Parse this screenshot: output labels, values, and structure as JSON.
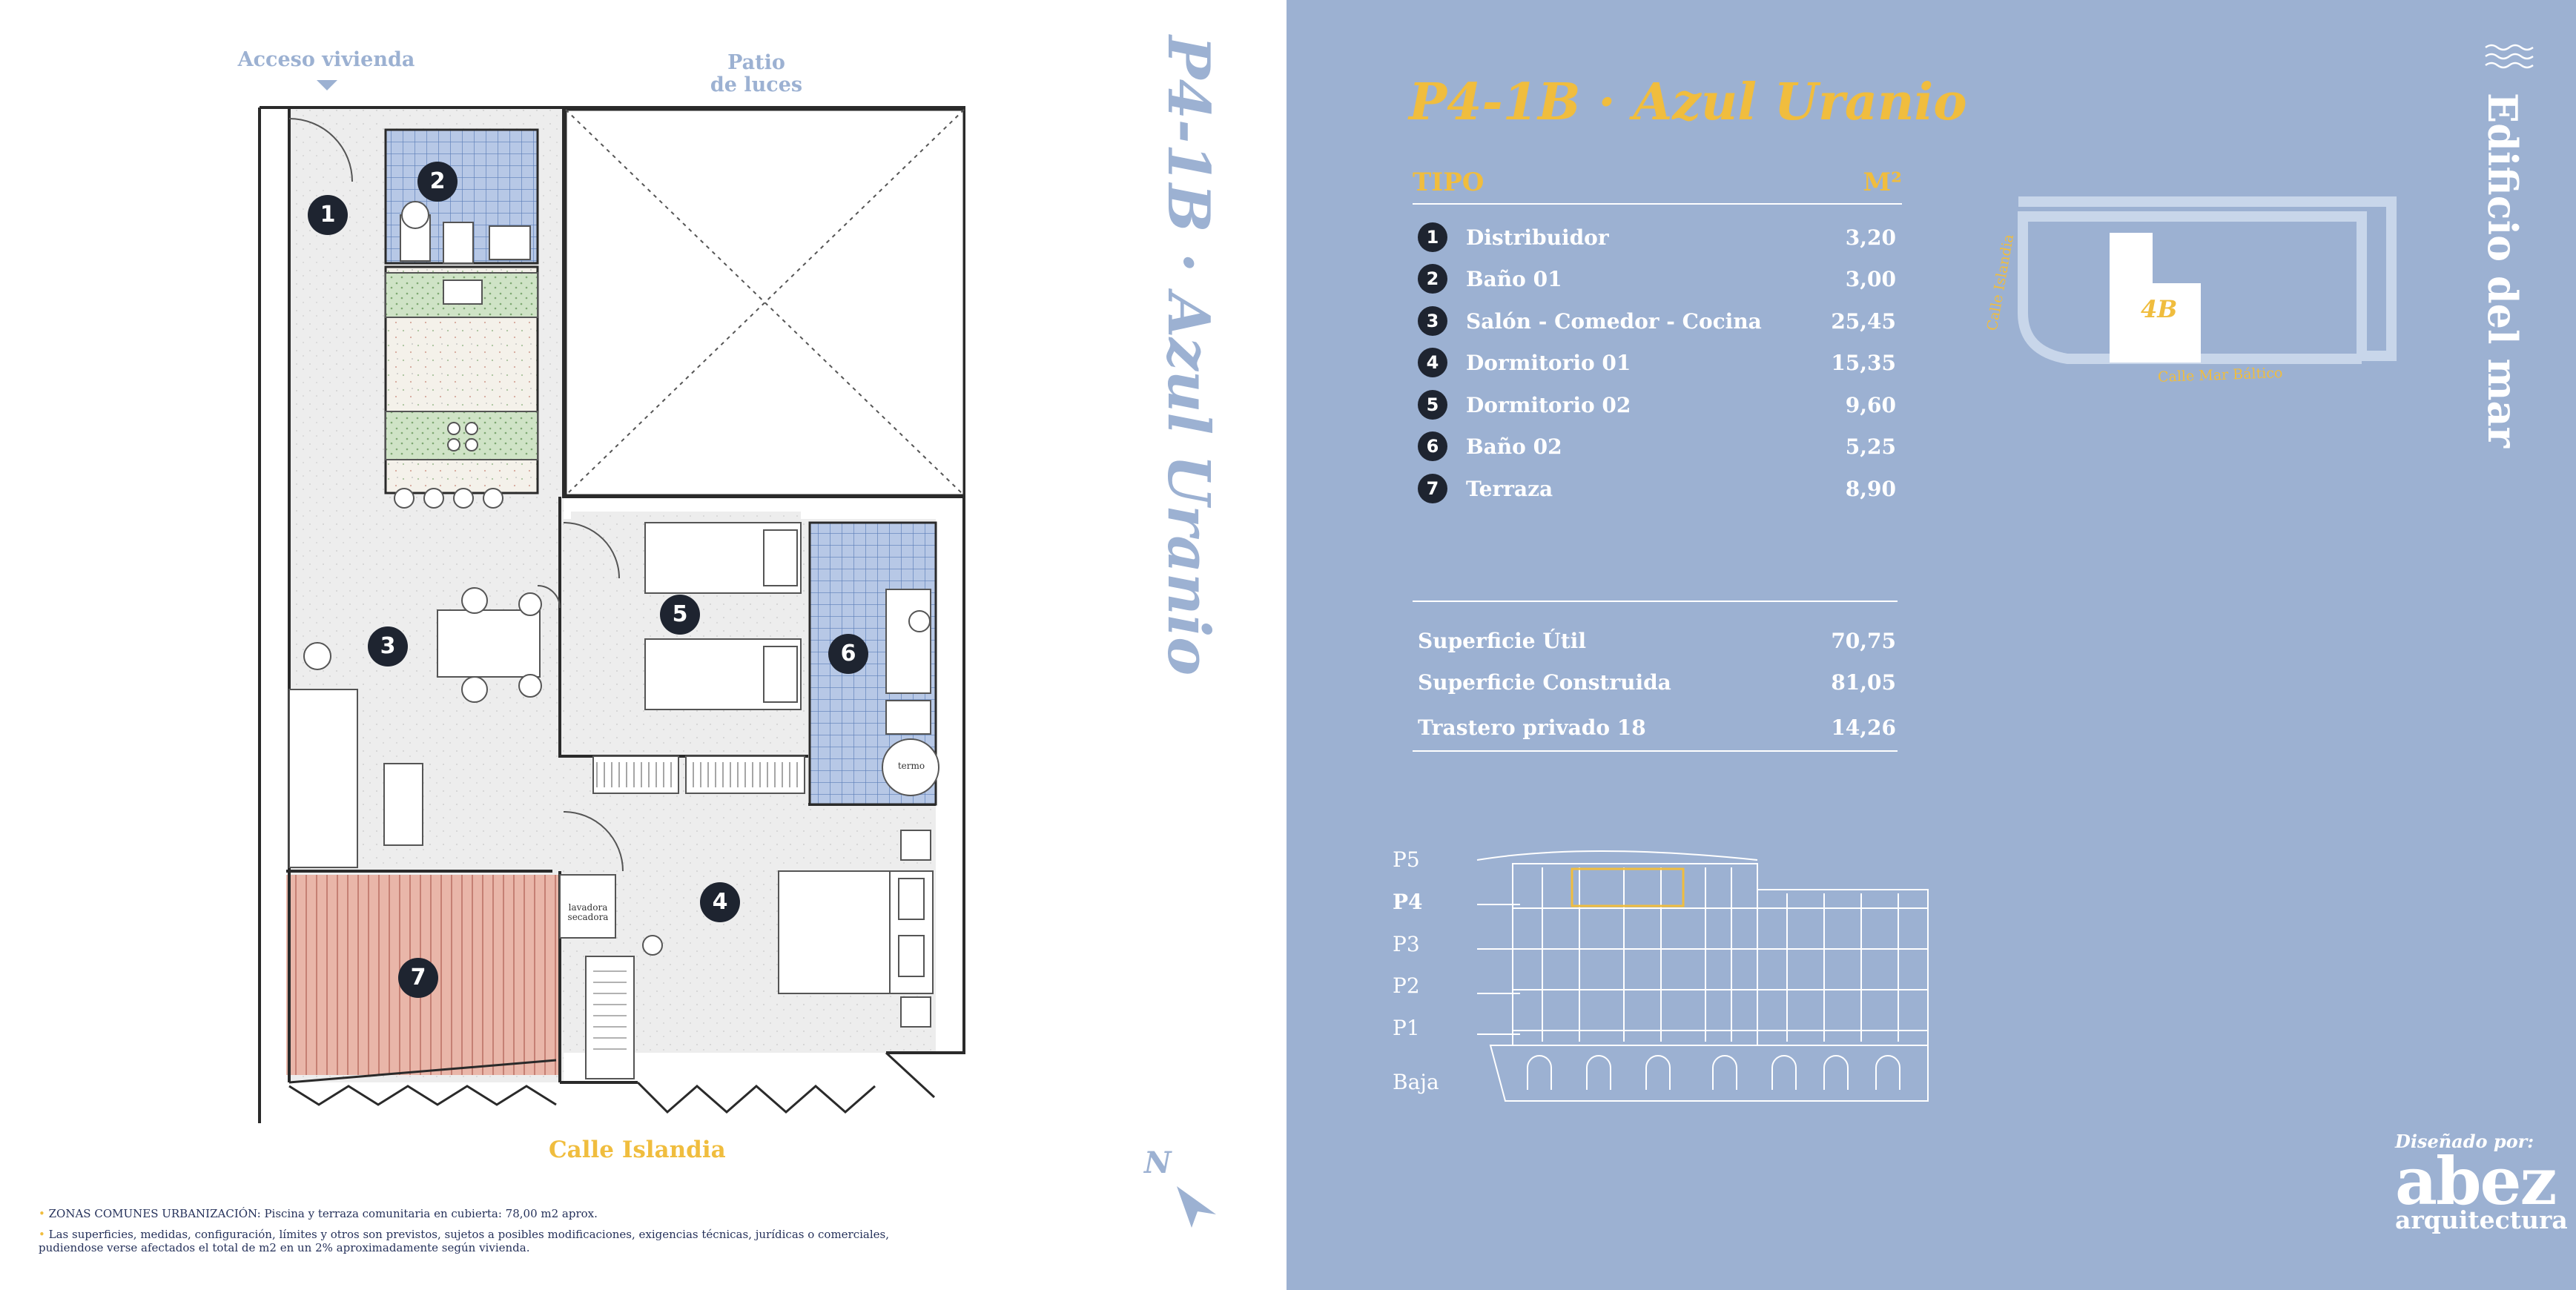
{
  "plan": {
    "entrance_label": "Acceso vivienda",
    "courtyard_label": "Patio\nde luces",
    "street_label": "Calle Islandia",
    "washer_label": "lavadora\nsecadora",
    "heater_label": "termo",
    "north": "N",
    "room_markers": [
      "1",
      "2",
      "3",
      "4",
      "5",
      "6",
      "7"
    ]
  },
  "notes": [
    "ZONAS COMUNES URBANIZACIÓN: Piscina y terraza comunitaria en cubierta: 78,00 m2 aprox.",
    "Las superficies, medidas, configuración, límites y otros son previstos, sujetos a posibles modificaciones, exigencias técnicas, jurídicas o comerciales, pudiendose verse afectados el total de m2  en un 2% aproximadamente según vivienda."
  ],
  "vertical_title": "P4-1B · Azul Uranio",
  "title": "P4-1B · Azul Uranio",
  "table": {
    "col_type": "TIPO",
    "col_area": "M²",
    "rows": [
      {
        "num": "1",
        "name": "Distribuidor",
        "value": "3,20"
      },
      {
        "num": "2",
        "name": "Baño 01",
        "value": "3,00"
      },
      {
        "num": "3",
        "name": "Salón - Comedor - Cocina",
        "value": "25,45"
      },
      {
        "num": "4",
        "name": "Dormitorio 01",
        "value": "15,35"
      },
      {
        "num": "5",
        "name": "Dormitorio 02",
        "value": "9,60"
      },
      {
        "num": "6",
        "name": "Baño 02",
        "value": "5,25"
      },
      {
        "num": "7",
        "name": "Terraza",
        "value": "8,90"
      }
    ]
  },
  "summary": [
    {
      "label": "Superficie Útil",
      "value": "70,75"
    },
    {
      "label": "Superficie Construida",
      "value": "81,05"
    },
    {
      "label": "Trastero privado 18",
      "value": "14,26"
    }
  ],
  "location_map": {
    "unit": "4B",
    "street_left": "Calle Islandia",
    "street_bottom": "Calle Mar Báltico"
  },
  "floors": [
    "P5",
    "P4",
    "P3",
    "P2",
    "P1",
    "Baja"
  ],
  "current_floor": "P4",
  "brand": {
    "building": "Edificio del mar",
    "designed_by": "Diseñado por:",
    "name": "abez",
    "subtitle": "arquitectura"
  },
  "colors": {
    "panel": "#9cb1d2",
    "accent": "#f0bd3e",
    "ink": "#1e2430"
  }
}
